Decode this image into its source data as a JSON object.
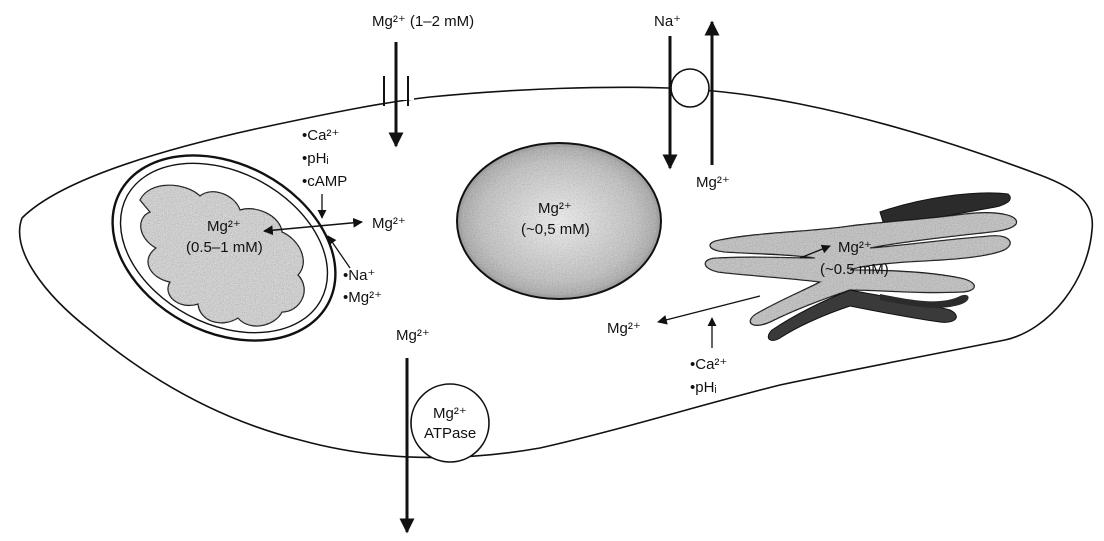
{
  "labels": {
    "channel_top": "Mg²⁺ (1–2 mM)",
    "na_in": "Na⁺",
    "mg_exchange_out": "Mg²⁺",
    "nucleus_mg": "Mg²⁺",
    "nucleus_conc": "(~0,5 mM)",
    "mito_mg": "Mg²⁺",
    "mito_conc": "(0.5–1 mM)",
    "mito_release": "Mg²⁺",
    "mito_reg_ca": "•Ca²⁺",
    "mito_reg_ph": "•pHᵢ",
    "mito_reg_camp": "•cAMP",
    "mito_reg_na": "•Na⁺",
    "mito_reg_mg": "•Mg²⁺",
    "er_mg": "Mg²⁺",
    "er_conc": "(~0.5 mM)",
    "er_release": "Mg²⁺",
    "er_reg_ca": "•Ca²⁺",
    "er_reg_ph": "•pHᵢ",
    "atpase_mg_out": "Mg²⁺",
    "atpase_name_1": "Mg²⁺",
    "atpase_name_2": "ATPase"
  },
  "colors": {
    "stroke": "#111111",
    "stipple_light": "#c9c9c9",
    "stipple_dark": "#3a3a3a"
  }
}
